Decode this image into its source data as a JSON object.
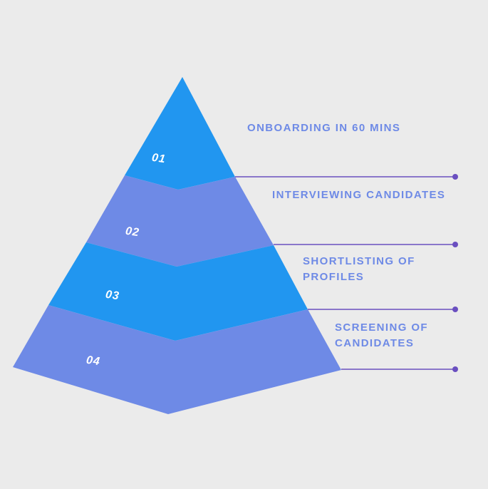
{
  "colors": {
    "background": "#ebebeb",
    "layer_primary": "#2196f0",
    "layer_secondary": "#6e8ae6",
    "connector": "#6a4fc0",
    "label_text": "#6e8ae6"
  },
  "pyramid": {
    "layers": [
      {
        "number": "01"
      },
      {
        "number": "02"
      },
      {
        "number": "03"
      },
      {
        "number": "04"
      }
    ]
  },
  "stages": [
    {
      "label_lines": [
        "ONBOARDING IN 60 MINS"
      ]
    },
    {
      "label_lines": [
        "INTERVIEWING CANDIDATES"
      ]
    },
    {
      "label_lines": [
        "SHORTLISTING OF",
        "PROFILES"
      ]
    },
    {
      "label_lines": [
        "SCREENING OF",
        "CANDIDATES"
      ]
    }
  ]
}
